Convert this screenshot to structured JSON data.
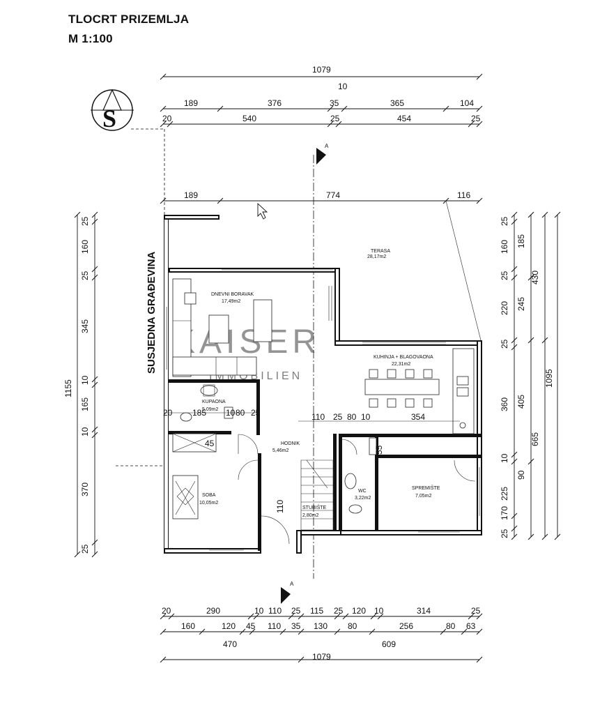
{
  "title": "TLOCRT PRIZEMLJA",
  "scale": "M 1:100",
  "compass_letter": "S",
  "neighbour_label": "SUSJEDNA GRAĐEVINA",
  "section_marker": "A",
  "watermark": {
    "main": "KAISER",
    "sub": "IMMOBILIEN"
  },
  "dims_top": {
    "overall": "1079",
    "row1": [
      "189",
      "376",
      "35",
      "365",
      "104"
    ],
    "row1_extra": "10",
    "row2": [
      "20",
      "540",
      "25",
      "454",
      "25"
    ],
    "row3": [
      "189",
      "774",
      "116"
    ]
  },
  "dims_bottom": {
    "row1": [
      "20",
      "290",
      "10",
      "110",
      "25",
      "115",
      "25",
      "120",
      "10",
      "314",
      "25"
    ],
    "row2": [
      "160",
      "120",
      "45",
      "110",
      "35",
      "130",
      "80",
      "256",
      "80",
      "63"
    ],
    "row3": [
      "470",
      "609"
    ],
    "overall": "1079"
  },
  "dims_left": {
    "segments": [
      "25",
      "160",
      "25",
      "345",
      "10",
      "165",
      "10",
      "370",
      "25"
    ],
    "overall": "1155"
  },
  "dims_right": {
    "segments": [
      "25",
      "160",
      "25",
      "220",
      "25",
      "360",
      "10",
      "225",
      "170",
      "25"
    ],
    "mid": [
      "185",
      "245",
      "405",
      "90"
    ],
    "outer": [
      "430",
      "665",
      "1095"
    ]
  },
  "dims_internal": {
    "kupaonica_row": [
      "20",
      "185",
      "10",
      "80",
      "25"
    ],
    "hodnik_row": [
      "110",
      "25",
      "80",
      "10",
      "354"
    ],
    "wc_width": "55",
    "stair_gap": "110",
    "shower": "45"
  },
  "rooms": [
    {
      "id": "terasa",
      "name": "TERASA",
      "area": "28,17m2"
    },
    {
      "id": "dnevni",
      "name": "DNEVNI BORAVAK",
      "area": "17,49m2"
    },
    {
      "id": "kuhinja",
      "name": "KUHINJA + BLAGOVAONA",
      "area": "22,31m2"
    },
    {
      "id": "kupaona",
      "name": "KUPAONA",
      "area": "5,09m2"
    },
    {
      "id": "hodnik",
      "name": "HODNIK",
      "area": "5,46m2"
    },
    {
      "id": "soba",
      "name": "SOBA",
      "area": "10,05m2"
    },
    {
      "id": "stubiste",
      "name": "STUBIŠTE",
      "area": "2,80m2"
    },
    {
      "id": "wc",
      "name": "WC",
      "area": "3,22m2"
    },
    {
      "id": "spremiste",
      "name": "SPREMIŠTE",
      "area": "7,05m2"
    }
  ]
}
